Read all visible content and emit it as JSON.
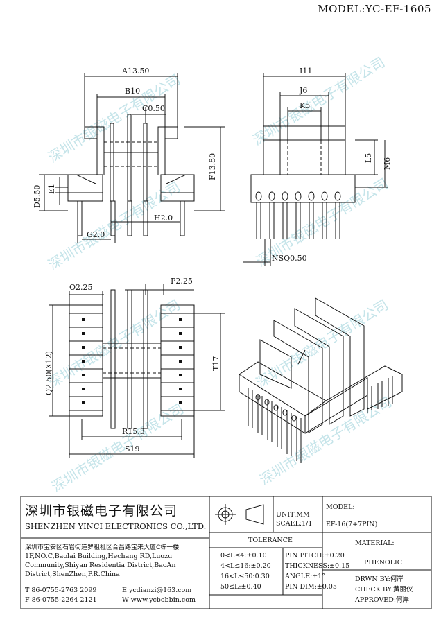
{
  "model_header": "MODEL:YC-EF-1605",
  "watermark": "深圳市银磁电子有限公司",
  "dims": {
    "a1350": "A13.50",
    "b10": "B10",
    "c050": "C0.50",
    "f1380": "F13.80",
    "d550": "D5.50",
    "e1": "E1",
    "h20": "H2.0",
    "g20": "G2.0",
    "i11": "I11",
    "j6": "J6",
    "k5": "K5",
    "l5": "L5",
    "m6": "M6",
    "nsq": "NSQ0.50",
    "o225": "O2.25",
    "p225": "P2.25",
    "q250": "Q2.50(X12)",
    "t17": "T17",
    "r153": "R15.3",
    "s19": "S19"
  },
  "company": {
    "name_cn": "深圳市银磁电子有限公司",
    "name_en": "SHENZHEN YINCI ELECTRONICS CO.,LTD.",
    "addr_cn": "深圳市宝安区石岩街道罗租社区合昌路宝来大厦C栋一楼",
    "addr_en1": "1F,NO.C,Baolai Building,Hechang RD,Luozu",
    "addr_en2": "Community,Shiyan Residentia District,BaoAn",
    "addr_en3": "District,ShenZhen,P.R.China",
    "tel": "T 86-0755-2763 2099",
    "fax": "F 86-0755-2264 2121",
    "email": "E ycdianzi@163.com",
    "web": "W www.ycbobbin.com"
  },
  "unit": "UNIT:MM",
  "scale": "SCAEL:1/1",
  "model_label": "MODEL:",
  "model_value": "EF-16(7+7PIN)",
  "material_label": "MATERIAL:",
  "material_value": "PHENOLIC",
  "tolerance": {
    "title": "TOLERANCE",
    "left": [
      "0<L≤4:±0.10",
      "4<L≤16:±0.20",
      "16<L≤50:0.30",
      "50≤L:±0.40"
    ],
    "right": [
      "PIN PITCH:±0.20",
      "THICKNESS:±0.15",
      "ANGLE:±1°",
      "PIN DIM:±0.05"
    ]
  },
  "drawn": "DRWN BY:何岸",
  "check": "CHECK BY:黄丽仪",
  "approved": "APPROVED:何岸"
}
